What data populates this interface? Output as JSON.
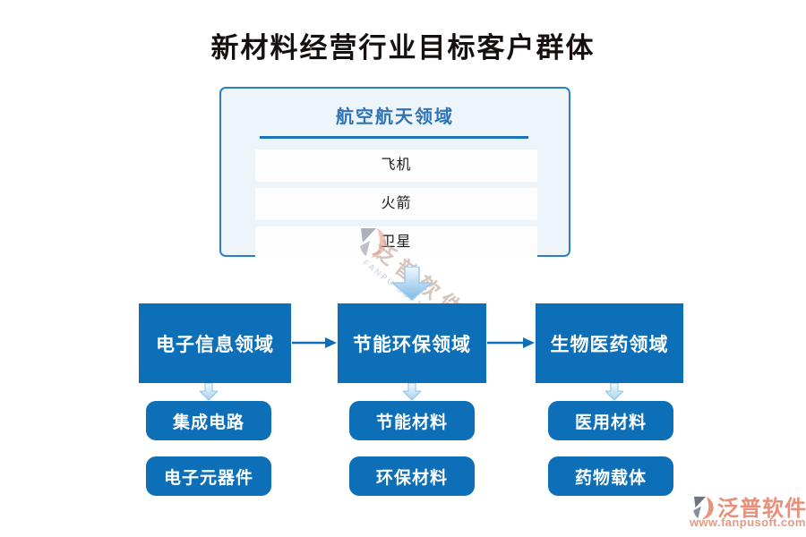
{
  "page": {
    "title": "新材料经营行业目标客户群体"
  },
  "top_panel": {
    "header": "航空航天领域",
    "items": [
      "飞机",
      "火箭",
      "卫星"
    ]
  },
  "level2": [
    {
      "label": "电子信息领域",
      "children": [
        "集成电路",
        "电子元器件"
      ]
    },
    {
      "label": "节能环保领域",
      "children": [
        "节能材料",
        "环保材料"
      ]
    },
    {
      "label": "生物医药领域",
      "children": [
        "医用材料",
        "药物载体"
      ]
    }
  ],
  "watermark": {
    "brand": "泛普软件",
    "brand_en": "FANPU SOFTWARE",
    "url": "www.fanpusoft.com"
  },
  "colors": {
    "accent_blue": "#0d6fb8",
    "panel_bg": "#edf5fa",
    "panel_border": "#2c7fc3",
    "header_blue": "#2e74b5",
    "divider_blue": "#1873bb",
    "title_color": "#171011",
    "watermark_salmon": "#e78f7a",
    "watermark_gray": "#8a8f99"
  }
}
